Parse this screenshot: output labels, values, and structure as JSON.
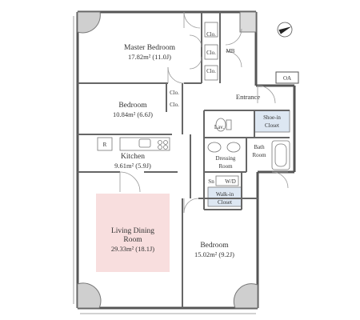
{
  "rooms": {
    "master_bedroom": {
      "name": "Master Bedroom",
      "area": "17.82m² (11.0J)"
    },
    "bedroom_1": {
      "name": "Bedroom",
      "area": "10.84m² (6.6J)"
    },
    "kitchen": {
      "name": "Kitchen",
      "area": "9.61m² (5.9J)"
    },
    "living_dining": {
      "name_line1": "Living Dining",
      "name_line2": "Room",
      "area": "29.33m² (18.1J)"
    },
    "bedroom_2": {
      "name": "Bedroom",
      "area": "15.02m² (9.2J)"
    },
    "entrance": {
      "name": "Entrance"
    },
    "lavatory": {
      "name": "Lav."
    },
    "shoe_in_closet": {
      "line1": "Shoe-in",
      "line2": "Closet"
    },
    "bath_room": {
      "line1": "Bath",
      "line2": "Room"
    },
    "dressing_room": {
      "line1": "Dressing",
      "line2": "Room"
    },
    "walk_in_closet": {
      "line1": "Walk-in",
      "line2": "Closet"
    }
  },
  "labels": {
    "closet": "Clo.",
    "mb": "MB",
    "oa": "OA",
    "r": "R",
    "sn": "Sn",
    "wd": "W/D"
  },
  "colors": {
    "wall": "#555555",
    "highlight_fill": "#f8dede",
    "closet_fill": "#dde7f2",
    "background": "#ffffff"
  },
  "icons": {
    "compass": "north-arrow-icon"
  }
}
